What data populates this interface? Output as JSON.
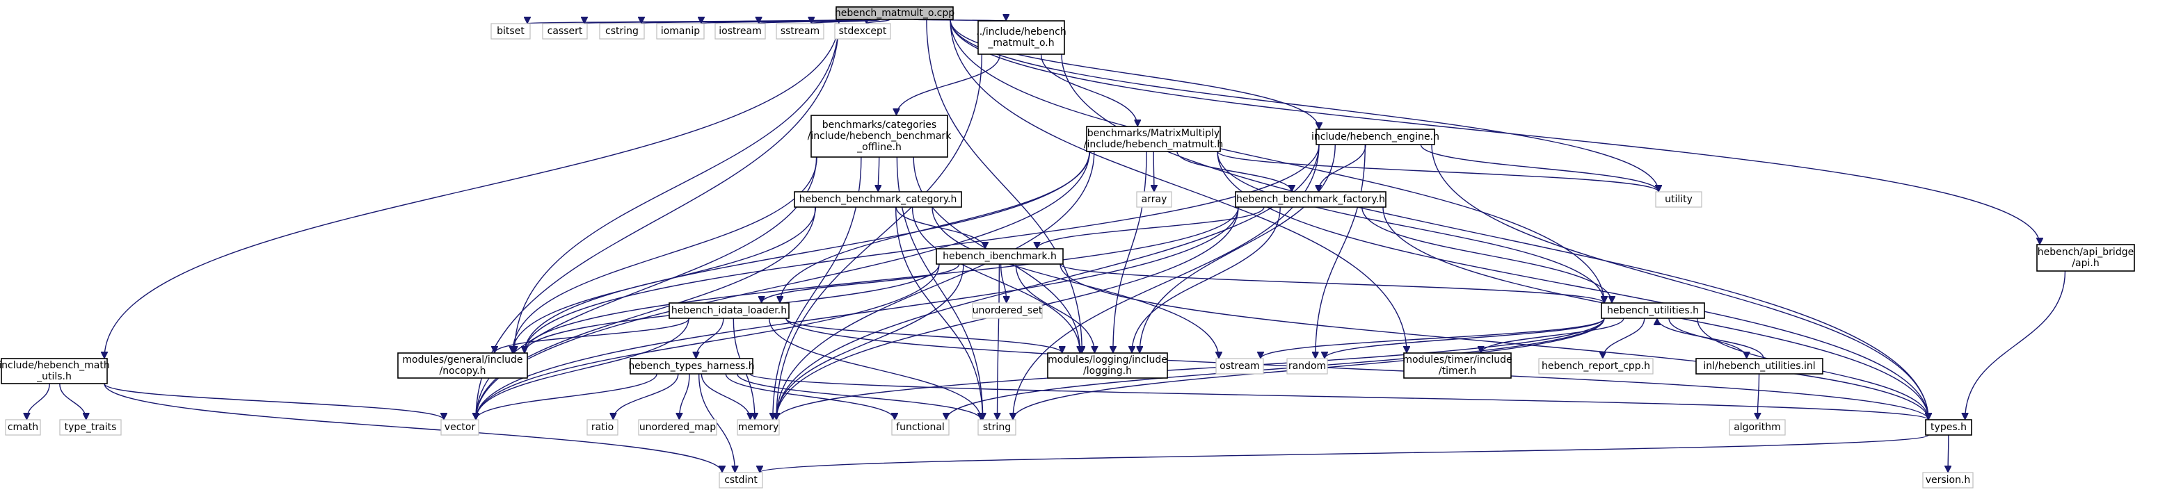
{
  "graph": {
    "nodes": [
      {
        "id": "root",
        "lines": [
          "hebench_matmult_o.cpp"
        ],
        "kind": "root"
      },
      {
        "id": "bitset",
        "lines": [
          "bitset"
        ],
        "kind": "ext"
      },
      {
        "id": "cassert",
        "lines": [
          "cassert"
        ],
        "kind": "ext"
      },
      {
        "id": "cstring",
        "lines": [
          "cstring"
        ],
        "kind": "ext"
      },
      {
        "id": "iomanip",
        "lines": [
          "iomanip"
        ],
        "kind": "ext"
      },
      {
        "id": "iostream",
        "lines": [
          "iostream"
        ],
        "kind": "ext"
      },
      {
        "id": "sstream",
        "lines": [
          "sstream"
        ],
        "kind": "ext"
      },
      {
        "id": "stdexcept",
        "lines": [
          "stdexcept"
        ],
        "kind": "ext"
      },
      {
        "id": "matmult_o_h",
        "lines": [
          "../include/hebench",
          "_matmult_o.h"
        ],
        "kind": "file"
      },
      {
        "id": "api_h",
        "lines": [
          "hebench/api_bridge",
          "/api.h"
        ],
        "kind": "file"
      },
      {
        "id": "offline_h",
        "lines": [
          "benchmarks/categories",
          "/include/hebench_benchmark",
          "_offline.h"
        ],
        "kind": "file"
      },
      {
        "id": "matmult_h",
        "lines": [
          "benchmarks/MatrixMultiply",
          "/include/hebench_matmult.h"
        ],
        "kind": "file"
      },
      {
        "id": "engine_h",
        "lines": [
          "include/hebench_engine.h"
        ],
        "kind": "file"
      },
      {
        "id": "utility",
        "lines": [
          "utility"
        ],
        "kind": "ext"
      },
      {
        "id": "category_h",
        "lines": [
          "hebench_benchmark_category.h"
        ],
        "kind": "file"
      },
      {
        "id": "array",
        "lines": [
          "array"
        ],
        "kind": "ext"
      },
      {
        "id": "factory_h",
        "lines": [
          "hebench_benchmark_factory.h"
        ],
        "kind": "file"
      },
      {
        "id": "ibenchmark_h",
        "lines": [
          "hebench_ibenchmark.h"
        ],
        "kind": "file"
      },
      {
        "id": "unordered_set",
        "lines": [
          "unordered_set"
        ],
        "kind": "ext"
      },
      {
        "id": "idata_loader_h",
        "lines": [
          "hebench_idata_loader.h"
        ],
        "kind": "file"
      },
      {
        "id": "hebench_utilities_h",
        "lines": [
          "hebench_utilities.h"
        ],
        "kind": "file"
      },
      {
        "id": "math_utils_h",
        "lines": [
          "include/hebench_math",
          "_utils.h"
        ],
        "kind": "file"
      },
      {
        "id": "nocopy_h",
        "lines": [
          "modules/general/include",
          "/nocopy.h"
        ],
        "kind": "file"
      },
      {
        "id": "logging_h",
        "lines": [
          "modules/logging/include",
          "/logging.h"
        ],
        "kind": "file"
      },
      {
        "id": "ostream",
        "lines": [
          "ostream"
        ],
        "kind": "ext"
      },
      {
        "id": "random",
        "lines": [
          "random"
        ],
        "kind": "ext"
      },
      {
        "id": "timer_h",
        "lines": [
          "modules/timer/include",
          "/timer.h"
        ],
        "kind": "file"
      },
      {
        "id": "report_cpp_h",
        "lines": [
          "hebench_report_cpp.h"
        ],
        "kind": "ext"
      },
      {
        "id": "utilities_inl",
        "lines": [
          "inl/hebench_utilities.inl"
        ],
        "kind": "file"
      },
      {
        "id": "types_harness_h",
        "lines": [
          "hebench_types_harness.h"
        ],
        "kind": "file"
      },
      {
        "id": "cmath",
        "lines": [
          "cmath"
        ],
        "kind": "ext"
      },
      {
        "id": "type_traits",
        "lines": [
          "type_traits"
        ],
        "kind": "ext"
      },
      {
        "id": "vector",
        "lines": [
          "vector"
        ],
        "kind": "ext"
      },
      {
        "id": "ratio",
        "lines": [
          "ratio"
        ],
        "kind": "ext"
      },
      {
        "id": "unordered_map",
        "lines": [
          "unordered_map"
        ],
        "kind": "ext"
      },
      {
        "id": "memory",
        "lines": [
          "memory"
        ],
        "kind": "ext"
      },
      {
        "id": "functional",
        "lines": [
          "functional"
        ],
        "kind": "ext"
      },
      {
        "id": "string",
        "lines": [
          "string"
        ],
        "kind": "ext"
      },
      {
        "id": "types_h",
        "lines": [
          "types.h"
        ],
        "kind": "file"
      },
      {
        "id": "algorithm",
        "lines": [
          "algorithm"
        ],
        "kind": "ext"
      },
      {
        "id": "cstdint",
        "lines": [
          "cstdint"
        ],
        "kind": "ext"
      },
      {
        "id": "version_h",
        "lines": [
          "version.h"
        ],
        "kind": "ext"
      }
    ],
    "edges": [
      [
        "root",
        "bitset"
      ],
      [
        "root",
        "cassert"
      ],
      [
        "root",
        "cstring"
      ],
      [
        "root",
        "iomanip"
      ],
      [
        "root",
        "iostream"
      ],
      [
        "root",
        "sstream"
      ],
      [
        "root",
        "stdexcept"
      ],
      [
        "root",
        "matmult_o_h"
      ],
      [
        "root",
        "api_h"
      ],
      [
        "root",
        "engine_h"
      ],
      [
        "root",
        "math_utils_h"
      ],
      [
        "root",
        "utility"
      ],
      [
        "root",
        "nocopy_h"
      ],
      [
        "root",
        "vector"
      ],
      [
        "root",
        "logging_h"
      ],
      [
        "root",
        "timer_h"
      ],
      [
        "root",
        "hebench_utilities_h"
      ],
      [
        "matmult_o_h",
        "offline_h"
      ],
      [
        "matmult_o_h",
        "matmult_h"
      ],
      [
        "matmult_o_h",
        "memory"
      ],
      [
        "matmult_o_h",
        "types_h"
      ],
      [
        "api_h",
        "types_h"
      ],
      [
        "offline_h",
        "category_h"
      ],
      [
        "offline_h",
        "nocopy_h"
      ],
      [
        "offline_h",
        "vector"
      ],
      [
        "offline_h",
        "string"
      ],
      [
        "offline_h",
        "logging_h"
      ],
      [
        "offline_h",
        "memory"
      ],
      [
        "matmult_h",
        "factory_h"
      ],
      [
        "matmult_h",
        "idata_loader_h"
      ],
      [
        "matmult_h",
        "array"
      ],
      [
        "matmult_h",
        "utility"
      ],
      [
        "matmult_h",
        "nocopy_h"
      ],
      [
        "matmult_h",
        "logging_h"
      ],
      [
        "matmult_h",
        "vector"
      ],
      [
        "matmult_h",
        "memory"
      ],
      [
        "matmult_h",
        "types_h"
      ],
      [
        "matmult_h",
        "hebench_utilities_h"
      ],
      [
        "engine_h",
        "factory_h"
      ],
      [
        "engine_h",
        "utility"
      ],
      [
        "engine_h",
        "random"
      ],
      [
        "engine_h",
        "types_h"
      ],
      [
        "engine_h",
        "memory"
      ],
      [
        "engine_h",
        "nocopy_h"
      ],
      [
        "engine_h",
        "logging_h"
      ],
      [
        "engine_h",
        "string"
      ],
      [
        "category_h",
        "ibenchmark_h"
      ],
      [
        "category_h",
        "nocopy_h"
      ],
      [
        "category_h",
        "vector"
      ],
      [
        "category_h",
        "string"
      ],
      [
        "category_h",
        "logging_h"
      ],
      [
        "category_h",
        "ostream"
      ],
      [
        "factory_h",
        "ibenchmark_h"
      ],
      [
        "factory_h",
        "nocopy_h"
      ],
      [
        "factory_h",
        "logging_h"
      ],
      [
        "factory_h",
        "memory"
      ],
      [
        "factory_h",
        "types_h"
      ],
      [
        "factory_h",
        "hebench_utilities_h"
      ],
      [
        "factory_h",
        "vector"
      ],
      [
        "ibenchmark_h",
        "idata_loader_h"
      ],
      [
        "ibenchmark_h",
        "unordered_set"
      ],
      [
        "ibenchmark_h",
        "hebench_utilities_h"
      ],
      [
        "ibenchmark_h",
        "nocopy_h"
      ],
      [
        "ibenchmark_h",
        "logging_h"
      ],
      [
        "ibenchmark_h",
        "vector"
      ],
      [
        "ibenchmark_h",
        "string"
      ],
      [
        "ibenchmark_h",
        "memory"
      ],
      [
        "ibenchmark_h",
        "types_h"
      ],
      [
        "idata_loader_h",
        "types_harness_h"
      ],
      [
        "idata_loader_h",
        "nocopy_h"
      ],
      [
        "idata_loader_h",
        "logging_h"
      ],
      [
        "idata_loader_h",
        "vector"
      ],
      [
        "idata_loader_h",
        "memory"
      ],
      [
        "idata_loader_h",
        "string"
      ],
      [
        "idata_loader_h",
        "types_h"
      ],
      [
        "hebench_utilities_h",
        "utilities_inl"
      ],
      [
        "hebench_utilities_h",
        "report_cpp_h"
      ],
      [
        "hebench_utilities_h",
        "timer_h"
      ],
      [
        "hebench_utilities_h",
        "random"
      ],
      [
        "hebench_utilities_h",
        "ostream"
      ],
      [
        "hebench_utilities_h",
        "string"
      ],
      [
        "hebench_utilities_h",
        "memory"
      ],
      [
        "hebench_utilities_h",
        "types_h"
      ],
      [
        "hebench_utilities_h",
        "functional"
      ],
      [
        "utilities_inl",
        "hebench_utilities_h"
      ],
      [
        "utilities_inl",
        "algorithm"
      ],
      [
        "types_harness_h",
        "ratio"
      ],
      [
        "types_harness_h",
        "unordered_map"
      ],
      [
        "types_harness_h",
        "memory"
      ],
      [
        "types_harness_h",
        "functional"
      ],
      [
        "types_harness_h",
        "string"
      ],
      [
        "types_harness_h",
        "cstdint"
      ],
      [
        "types_harness_h",
        "vector"
      ],
      [
        "types_harness_h",
        "types_h"
      ],
      [
        "math_utils_h",
        "cmath"
      ],
      [
        "math_utils_h",
        "type_traits"
      ],
      [
        "math_utils_h",
        "vector"
      ],
      [
        "math_utils_h",
        "cstdint"
      ],
      [
        "types_h",
        "cstdint"
      ],
      [
        "types_h",
        "version_h"
      ]
    ]
  }
}
